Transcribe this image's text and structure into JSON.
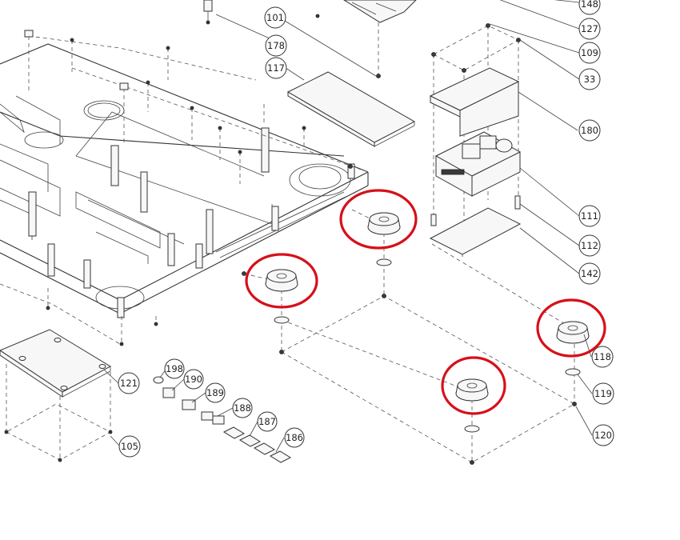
{
  "callouts": [
    {
      "label": "148"
    },
    {
      "label": "127"
    },
    {
      "label": "109"
    },
    {
      "label": "33"
    },
    {
      "label": "101"
    },
    {
      "label": "178"
    },
    {
      "label": "117"
    },
    {
      "label": "180"
    },
    {
      "label": "111"
    },
    {
      "label": "112"
    },
    {
      "label": "142"
    },
    {
      "label": "118"
    },
    {
      "label": "119"
    },
    {
      "label": "120"
    },
    {
      "label": "121"
    },
    {
      "label": "105"
    },
    {
      "label": "198"
    },
    {
      "label": "190"
    },
    {
      "label": "189"
    },
    {
      "label": "188"
    },
    {
      "label": "187"
    },
    {
      "label": "186"
    }
  ],
  "highlight_color": "#d6101a",
  "highlighted_parts": [
    "foot-rubber-1",
    "foot-rubber-2",
    "foot-rubber-3",
    "foot-rubber-4"
  ]
}
